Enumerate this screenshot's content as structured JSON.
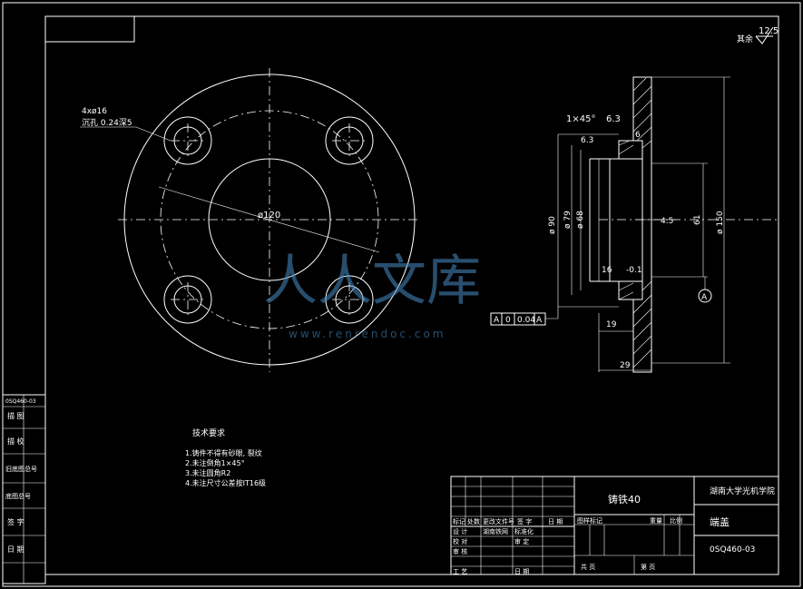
{
  "surface_roughness": {
    "label": "其余",
    "value": "12.5"
  },
  "front_view": {
    "hole_note_line1": "4xø16",
    "hole_note_line2": "沉孔 0.24深5",
    "pcd_label": "ø120"
  },
  "section_view": {
    "chamfer": "1×45°",
    "ra_top": "6.3",
    "ra_inner": "6.3",
    "dim_6": "6",
    "d90": "ø 90",
    "d79": "ø 79",
    "d68": "ø 68",
    "d45": "4.5",
    "d61": "61",
    "d150": "ø 150",
    "d16": "16",
    "d_tol": "-0.1",
    "d19": "19",
    "d29": "29",
    "datum": "A",
    "tolerance_frame": [
      "A",
      "0",
      "0.04",
      "A"
    ]
  },
  "tech_requirements": {
    "title": "技术要求",
    "items": [
      "1.铸件不得有砂眼, 裂纹",
      "2.未注倒角1×45°",
      "3.未注圆角R2",
      "4.未注尺寸公差按IT16级"
    ]
  },
  "left_strip": [
    "0SQ460-03",
    "描  图",
    "描  校",
    "旧底图总号",
    "底图总号",
    "签  字",
    "日  期"
  ],
  "title_block": {
    "material": "铸铁40",
    "school": "湖南大学光机学院",
    "part_name": "端盖",
    "drawing_no": "0SQ460-03",
    "rows": {
      "r1": [
        "标记",
        "处数",
        "更改文件号",
        "签 字",
        "日 期"
      ],
      "design": "设 计",
      "designer": "湖南铁网",
      "standard": "标准化",
      "review": "校 对",
      "audit": "审 核",
      "approve": "审 定",
      "craft": "工 艺",
      "date": "日 期",
      "stage": "图样标记",
      "weight": "重量",
      "scale": "比例",
      "sheets": "共    页",
      "sheet": "第    页"
    }
  },
  "watermark": {
    "text": "人人文库",
    "url": "www.renrendoc.com"
  }
}
